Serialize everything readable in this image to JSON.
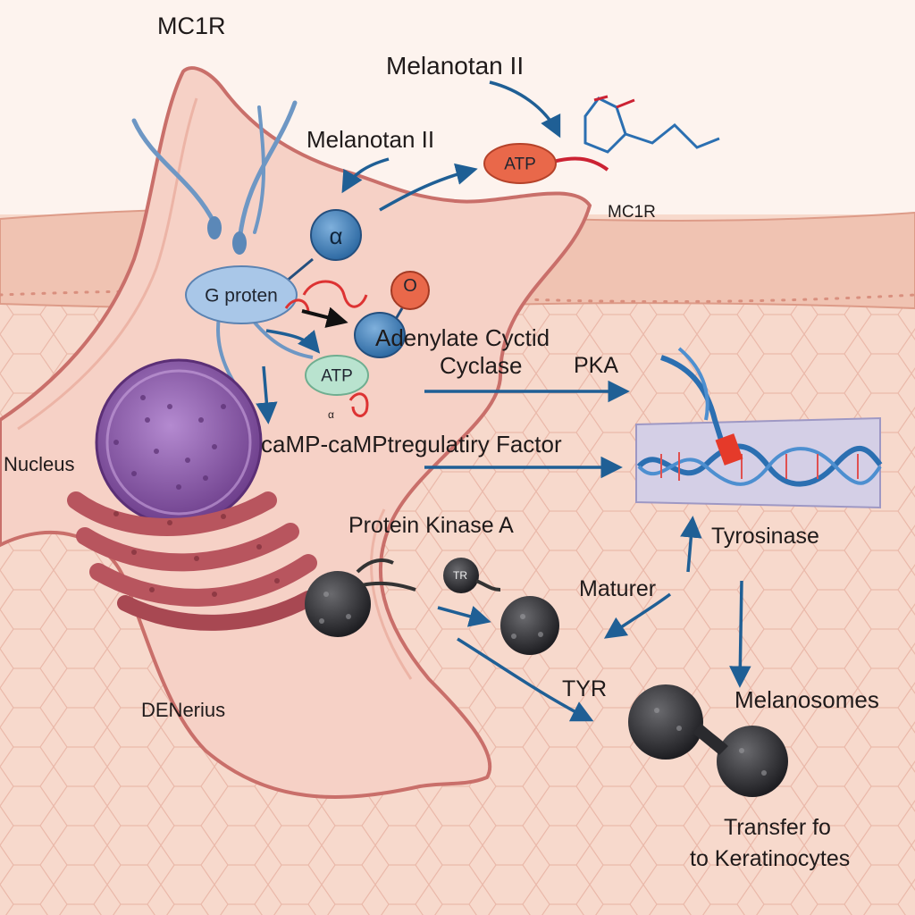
{
  "labels": {
    "mc1r_top": "MC1R",
    "melanotan_top": "Melanotan II",
    "melanotan_mid": "Melanotan II",
    "atp_badge": "ATP",
    "mc1r_right": "MC1R",
    "alpha": "α",
    "o_badge": "O",
    "g_protein": "G proten",
    "adenylate": "Adenylate Cyctid",
    "cyclase": "Cyclase",
    "pka": "PKA",
    "atp_cell": "ATP",
    "small_alpha": "α",
    "camp": "caMP-caMPtregulatiry Factor",
    "nucleus": "Nucleus",
    "protein_kinase": "Protein Kinase A",
    "tr_badge": "TR",
    "tyrosinase": "Tyrosinase",
    "maturer": "Maturer",
    "tyr": "TYR",
    "melanosomes": "Melanosomes",
    "denerius": "DENerius",
    "transfer_line1": "Transfer fo",
    "transfer_line2": "to Keratinocytes"
  },
  "colors": {
    "skin_background": "#fbe6dc",
    "epidermis_band": "#f3c8b8",
    "cell_body": "#f6d1c6",
    "cell_outline": "#c96f6a",
    "nucleus": "#9a6bb3",
    "golgi": "#b8555e",
    "arrow_blue": "#1f5f95",
    "g_protein_fill": "#a9c7e8",
    "atp_orange": "#e9684a",
    "atp_green": "#b9e3cf",
    "melanosome": "#3a3a3d"
  }
}
